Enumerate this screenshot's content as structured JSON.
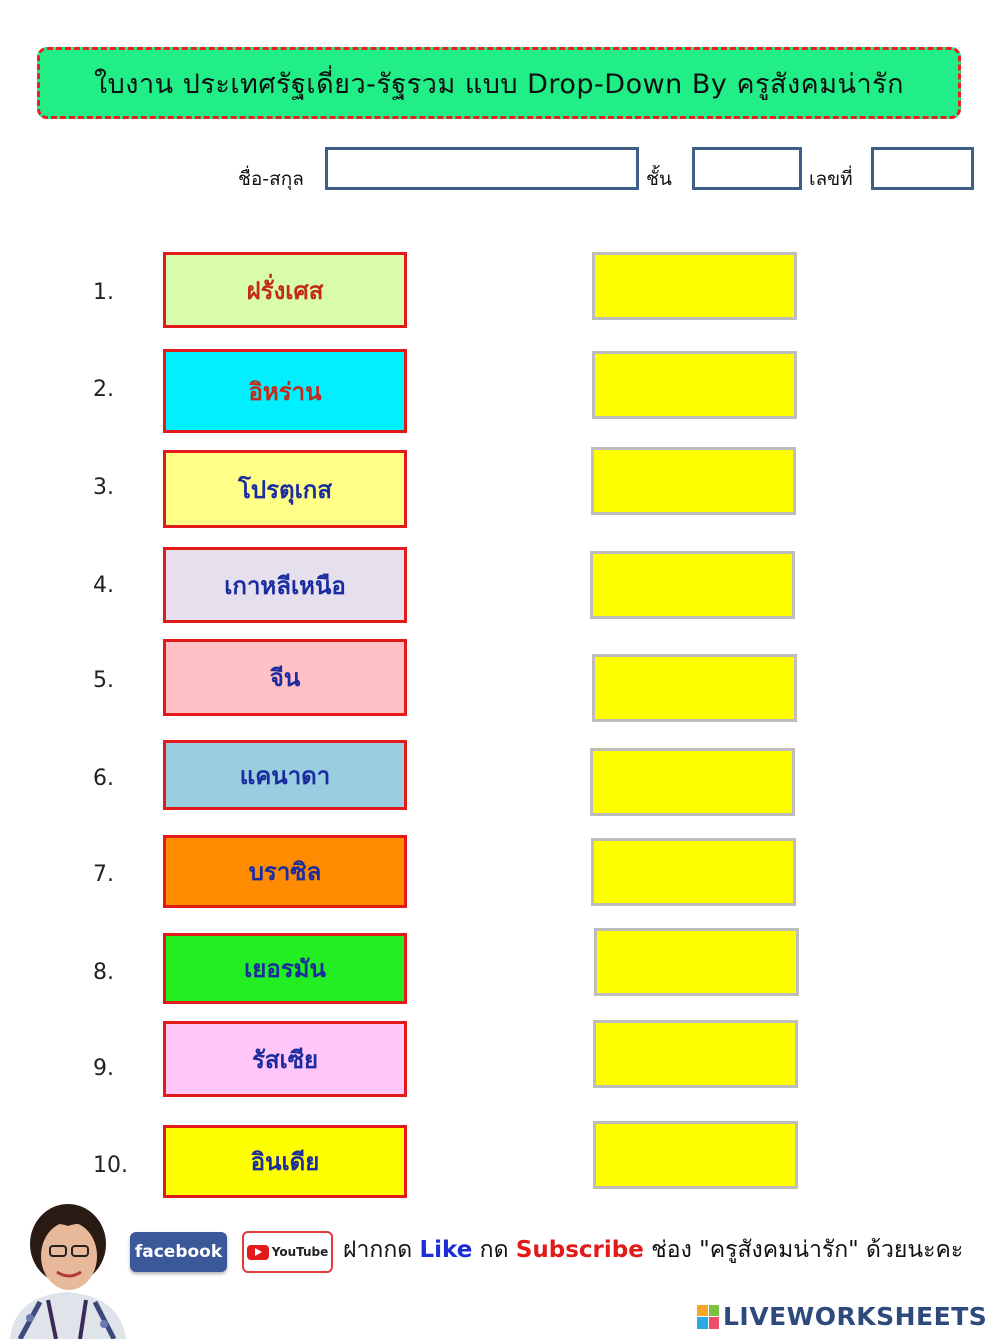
{
  "header": {
    "title": "ใบงาน ประเทศรัฐเดี่ยว-รัฐรวม แบบ Drop-Down  By ครูสังคมน่ารัก"
  },
  "student_info": {
    "name_label": "ชื่อ-สกุล",
    "class_label": "ชั้น",
    "number_label": "เลขที่",
    "name_value": "",
    "class_value": "",
    "number_value": ""
  },
  "items": [
    {
      "number": "1.",
      "country": "ฝรั่งเศส",
      "bg": "#d8fcaa",
      "text_color": "#c32a1a",
      "answer": ""
    },
    {
      "number": "2.",
      "country": "อิหร่าน",
      "bg": "#00f0ff",
      "text_color": "#c32a1a",
      "answer": ""
    },
    {
      "number": "3.",
      "country": "โปรตุเกส",
      "bg": "#ffff88",
      "text_color": "#1a2c9e",
      "answer": ""
    },
    {
      "number": "4.",
      "country": "เกาหลีเหนือ",
      "bg": "#e6e0ee",
      "text_color": "#1a2c9e",
      "answer": ""
    },
    {
      "number": "5.",
      "country": "จีน",
      "bg": "#ffc0c6",
      "text_color": "#1a2c9e",
      "answer": ""
    },
    {
      "number": "6.",
      "country": "แคนาดา",
      "bg": "#99cde0",
      "text_color": "#1a2c9e",
      "answer": ""
    },
    {
      "number": "7.",
      "country": "บราซิล",
      "bg": "#ff8c00",
      "text_color": "#1a2c9e",
      "answer": ""
    },
    {
      "number": "8.",
      "country": "เยอรมัน",
      "bg": "#22ee22",
      "text_color": "#1a2c9e",
      "answer": ""
    },
    {
      "number": "9.",
      "country": "รัสเซีย",
      "bg": "#ffc6fa",
      "text_color": "#1a2c9e",
      "answer": ""
    },
    {
      "number": "10.",
      "country": "อินเดีย",
      "bg": "#ffff00",
      "text_color": "#1a2c9e",
      "answer": ""
    }
  ],
  "footer": {
    "facebook_label": "facebook",
    "youtube_label": "YouTube",
    "promo_prefix": "ฝากกด ",
    "promo_like": "Like",
    "promo_mid": " กด ",
    "promo_subscribe": "Subscribe",
    "promo_suffix": " ช่อง \"ครูสังคมน่ารัก\" ด้วยนะคะ",
    "brand": "LIVEWORKSHEETS"
  },
  "colors": {
    "banner_bg": "#22ee88",
    "banner_border": "#e8201e",
    "answer_box": "#ffff00",
    "field_border": "#3f5f86",
    "brand": "#2e4a7d"
  }
}
